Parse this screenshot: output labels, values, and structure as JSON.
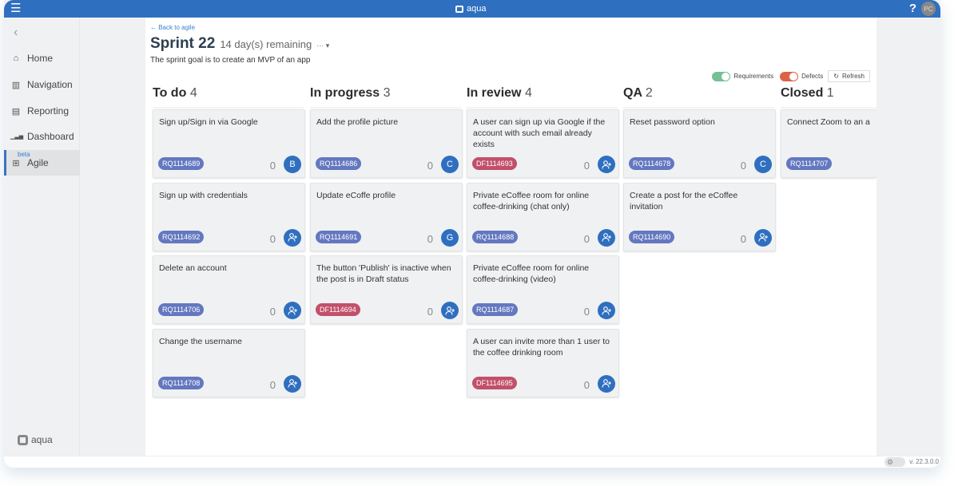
{
  "header": {
    "menu_icon": "hamburger-icon",
    "brand": "aqua",
    "help": "?",
    "user_initials": "PC"
  },
  "sidebar": {
    "items": [
      {
        "label": "Home",
        "icon": "⌂"
      },
      {
        "label": "Navigation",
        "icon": "▥"
      },
      {
        "label": "Reporting",
        "icon": "▤"
      },
      {
        "label": "Dashboard",
        "icon": "▁▃▅"
      },
      {
        "label": "Agile",
        "icon": "⊞",
        "badge": "beta",
        "active": true
      }
    ],
    "logo": "aqua"
  },
  "page": {
    "back_link": "← Back to agile",
    "title": "Sprint 22",
    "remaining": "14 day(s) remaining",
    "more": "··· ▾",
    "goal": "The sprint goal is to create an MVP of an app"
  },
  "toolbar": {
    "requirements": "Requirements",
    "defects": "Defects",
    "refresh": "Refresh",
    "requirements_on": true,
    "defects_on": true
  },
  "colors": {
    "accent": "#2f6fbf",
    "requirement": "#6478c0",
    "defect": "#c2506a",
    "toggle_req": "#74c192",
    "toggle_def": "#db6448"
  },
  "columns": [
    {
      "name": "To do",
      "count": "4",
      "cards": [
        {
          "title": "Sign up/Sign in via Google",
          "id": "RQ1114689",
          "type": "req",
          "count": "0",
          "assignee": "B"
        },
        {
          "title": "Sign up with credentials",
          "id": "RQ1114692",
          "type": "req",
          "count": "0",
          "assignee": ""
        },
        {
          "title": "Delete an account",
          "id": "RQ1114706",
          "type": "req",
          "count": "0",
          "assignee": ""
        },
        {
          "title": "Change the username",
          "id": "RQ1114708",
          "type": "req",
          "count": "0",
          "assignee": ""
        }
      ]
    },
    {
      "name": "In progress",
      "count": "3",
      "cards": [
        {
          "title": "Add the profile picture",
          "id": "RQ1114686",
          "type": "req",
          "count": "0",
          "assignee": "C"
        },
        {
          "title": "Update eCoffe profile",
          "id": "RQ1114691",
          "type": "req",
          "count": "0",
          "assignee": "G"
        },
        {
          "title": "The button 'Publish' is inactive when the post is in Draft status",
          "id": "DF1114694",
          "type": "def",
          "count": "0",
          "assignee": ""
        }
      ]
    },
    {
      "name": "In review",
      "count": "4",
      "cards": [
        {
          "title": "A user can sign up via Google if the account with such email already exists",
          "id": "DF1114693",
          "type": "def",
          "count": "0",
          "assignee": ""
        },
        {
          "title": "Private eCoffee room for online coffee-drinking (chat only)",
          "id": "RQ1114688",
          "type": "req",
          "count": "0",
          "assignee": ""
        },
        {
          "title": "Private eCoffee room for online coffee-drinking (video)",
          "id": "RQ1114687",
          "type": "req",
          "count": "0",
          "assignee": ""
        },
        {
          "title": "A user can invite more than 1 user to the coffee drinking room",
          "id": "DF1114695",
          "type": "def",
          "count": "0",
          "assignee": ""
        }
      ]
    },
    {
      "name": "QA",
      "count": "2",
      "cards": [
        {
          "title": "Reset password option",
          "id": "RQ1114678",
          "type": "req",
          "count": "0",
          "assignee": "C"
        },
        {
          "title": "Create a post for the eCoffee invitation",
          "id": "RQ1114690",
          "type": "req",
          "count": "0",
          "assignee": ""
        }
      ]
    },
    {
      "name": "Closed",
      "count": "1",
      "cards": [
        {
          "title": "Connect Zoom to an ac",
          "id": "RQ1114707",
          "type": "req",
          "count": "",
          "assignee": null
        }
      ]
    }
  ],
  "footer": {
    "version": "v. 22.3.0.0"
  }
}
